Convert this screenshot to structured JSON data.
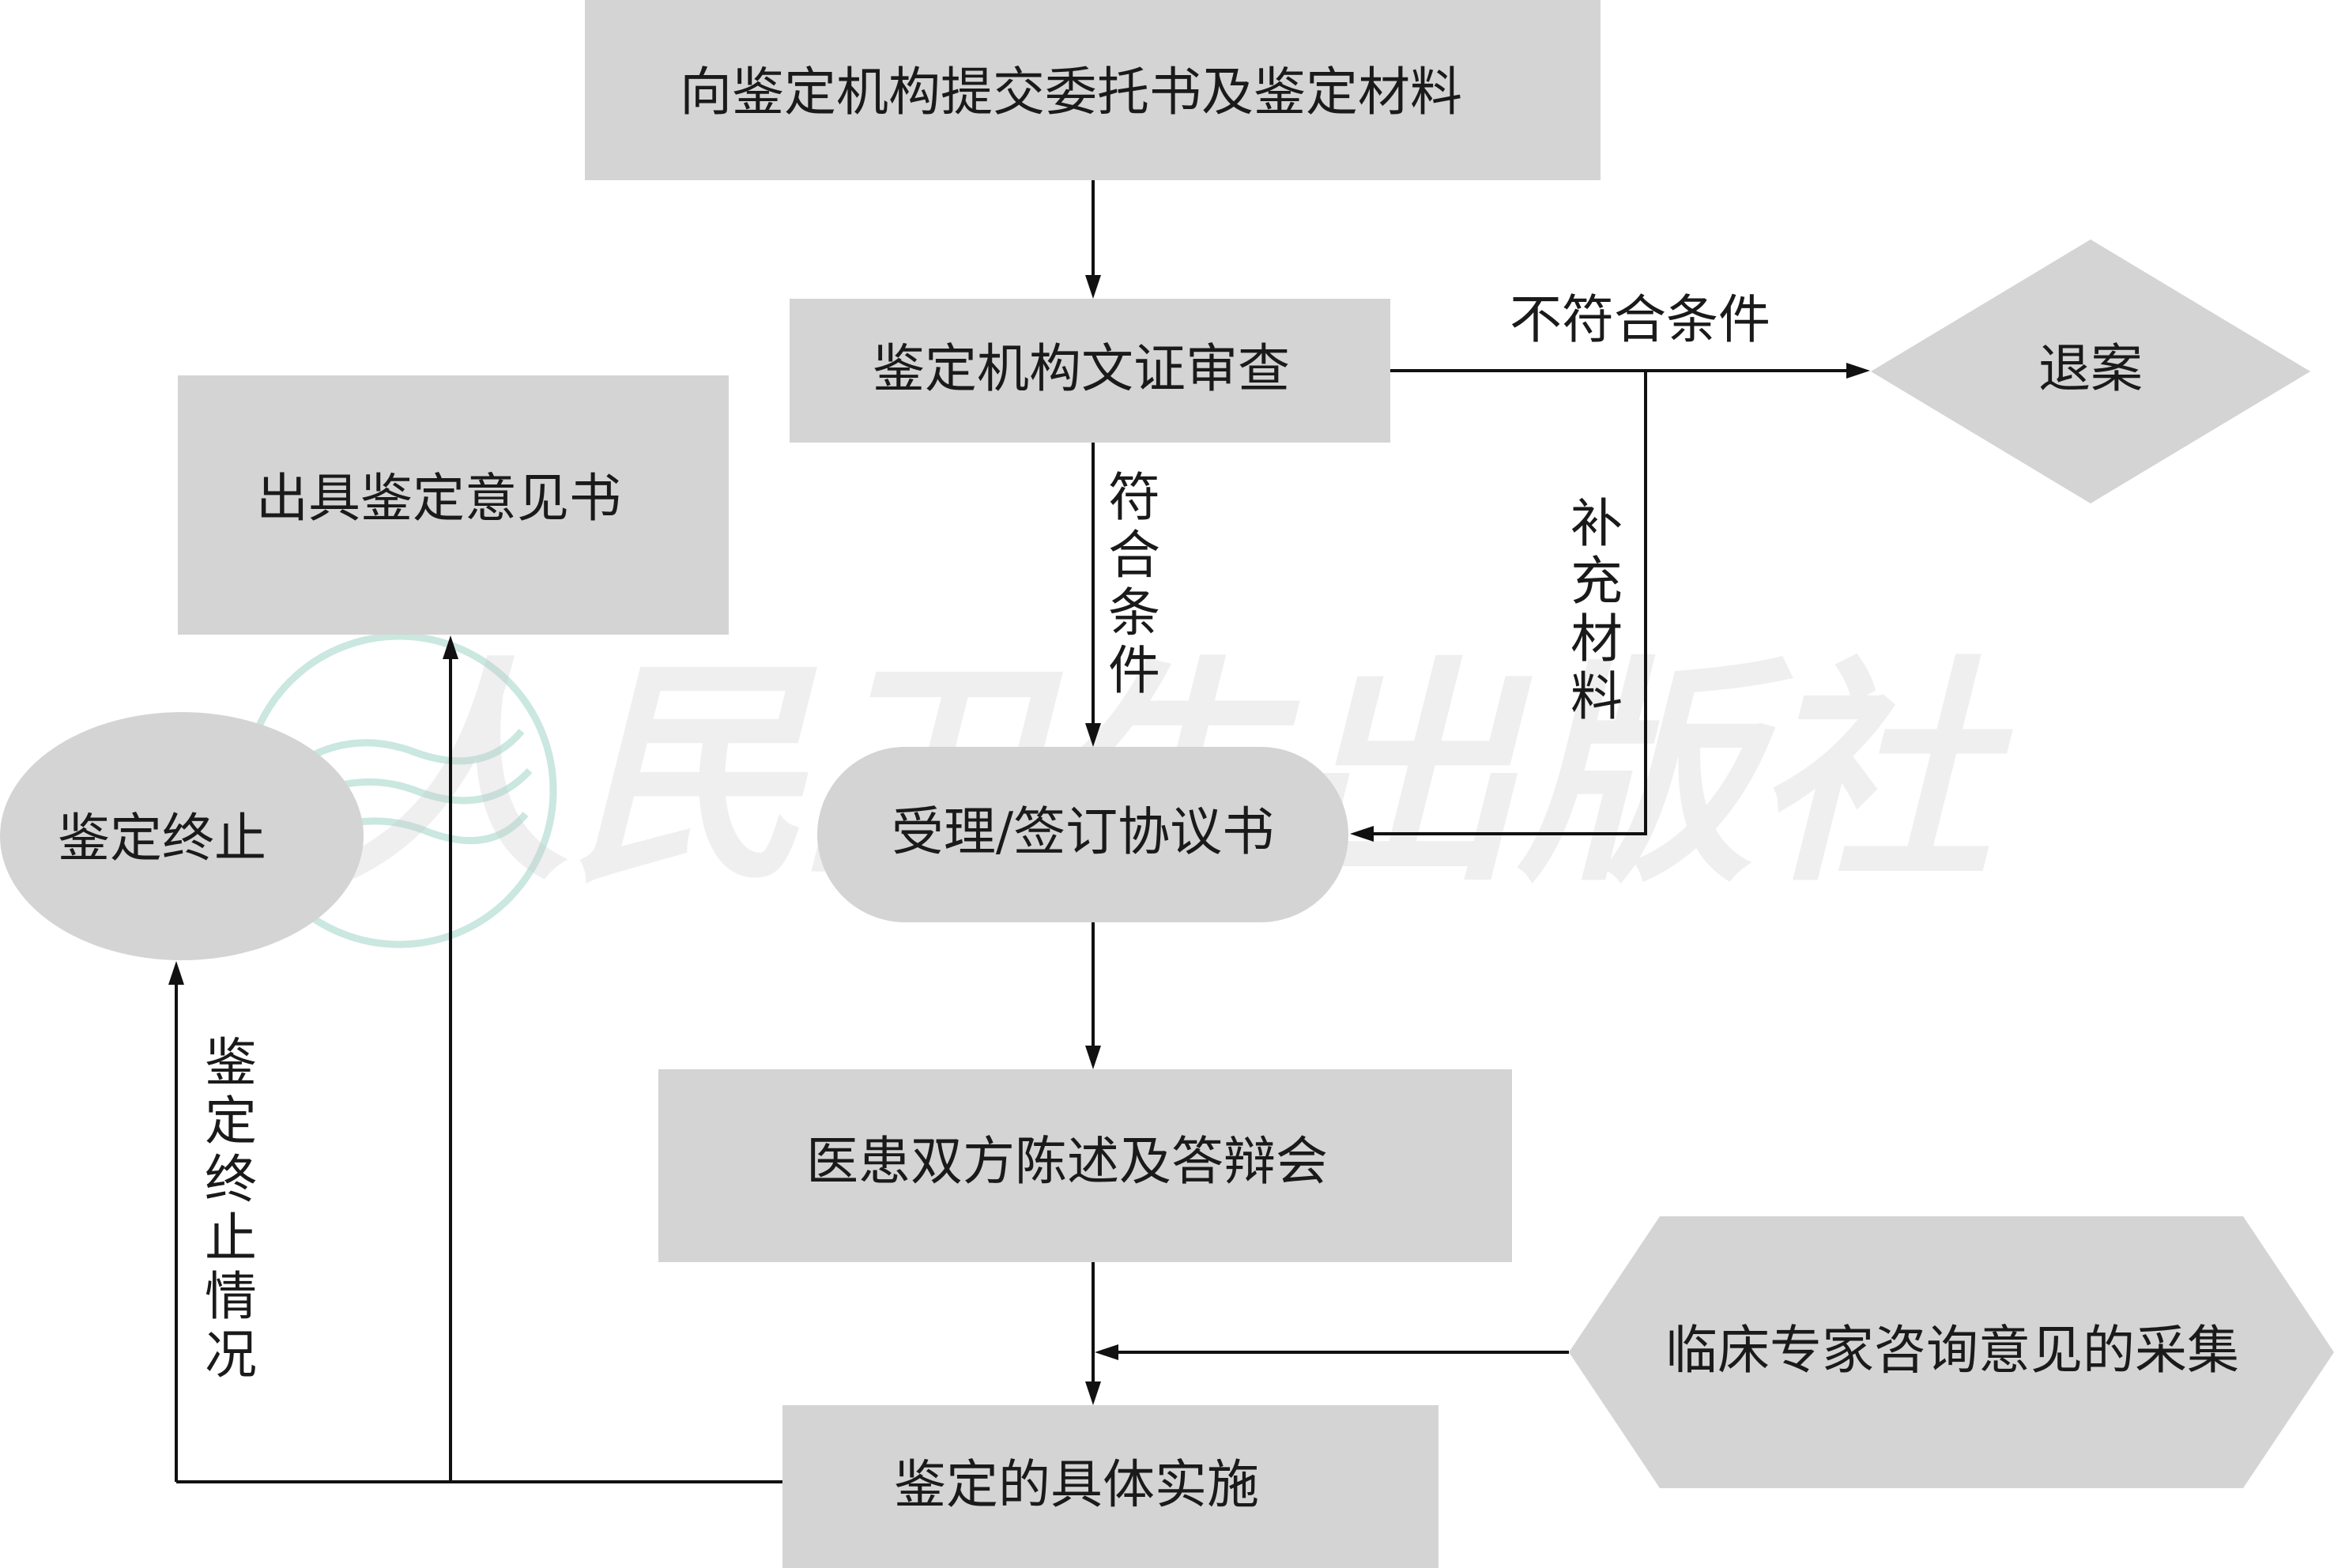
{
  "nodes": {
    "submit": {
      "label": "向鉴定机构提交委托书及鉴定材料",
      "shape": "rect"
    },
    "review": {
      "label": "鉴定机构文证审查",
      "shape": "rect"
    },
    "reject": {
      "label": "退案",
      "shape": "diamond"
    },
    "opinion": {
      "label": "出具鉴定意见书",
      "shape": "rect"
    },
    "accept": {
      "label": "受理/签订协议书",
      "shape": "stadium"
    },
    "terminate": {
      "label": "鉴定终止",
      "shape": "ellipse"
    },
    "hearing": {
      "label": "医患双方陈述及答辩会",
      "shape": "rect"
    },
    "expert": {
      "label": "临床专家咨询意见的采集",
      "shape": "hexagon"
    },
    "implement": {
      "label": "鉴定的具体实施",
      "shape": "rect"
    }
  },
  "edges": [
    {
      "from": "submit",
      "to": "review",
      "label": ""
    },
    {
      "from": "review",
      "to": "reject",
      "label": "不符合条件"
    },
    {
      "from": "review",
      "to": "accept",
      "label": "符合条件"
    },
    {
      "from": "review",
      "to": "accept",
      "label": "补充材料"
    },
    {
      "from": "accept",
      "to": "hearing",
      "label": ""
    },
    {
      "from": "hearing",
      "to": "implement",
      "label": ""
    },
    {
      "from": "expert",
      "to": "implement",
      "label": ""
    },
    {
      "from": "implement",
      "to": "opinion",
      "label": ""
    },
    {
      "from": "implement",
      "to": "terminate",
      "label": "鉴定终止情况"
    }
  ],
  "edge_labels": {
    "not_qualified": "不符合条件",
    "qualified": "符合条件",
    "supplement": "补充材料",
    "terminate_case": "鉴定终止情况"
  },
  "watermark": {
    "text": "人民卫生出版社"
  },
  "colors": {
    "node_fill": "#d4d4d4",
    "line": "#111111",
    "text": "#1a1a1a",
    "watermark_logo": "#9fd3c7"
  }
}
